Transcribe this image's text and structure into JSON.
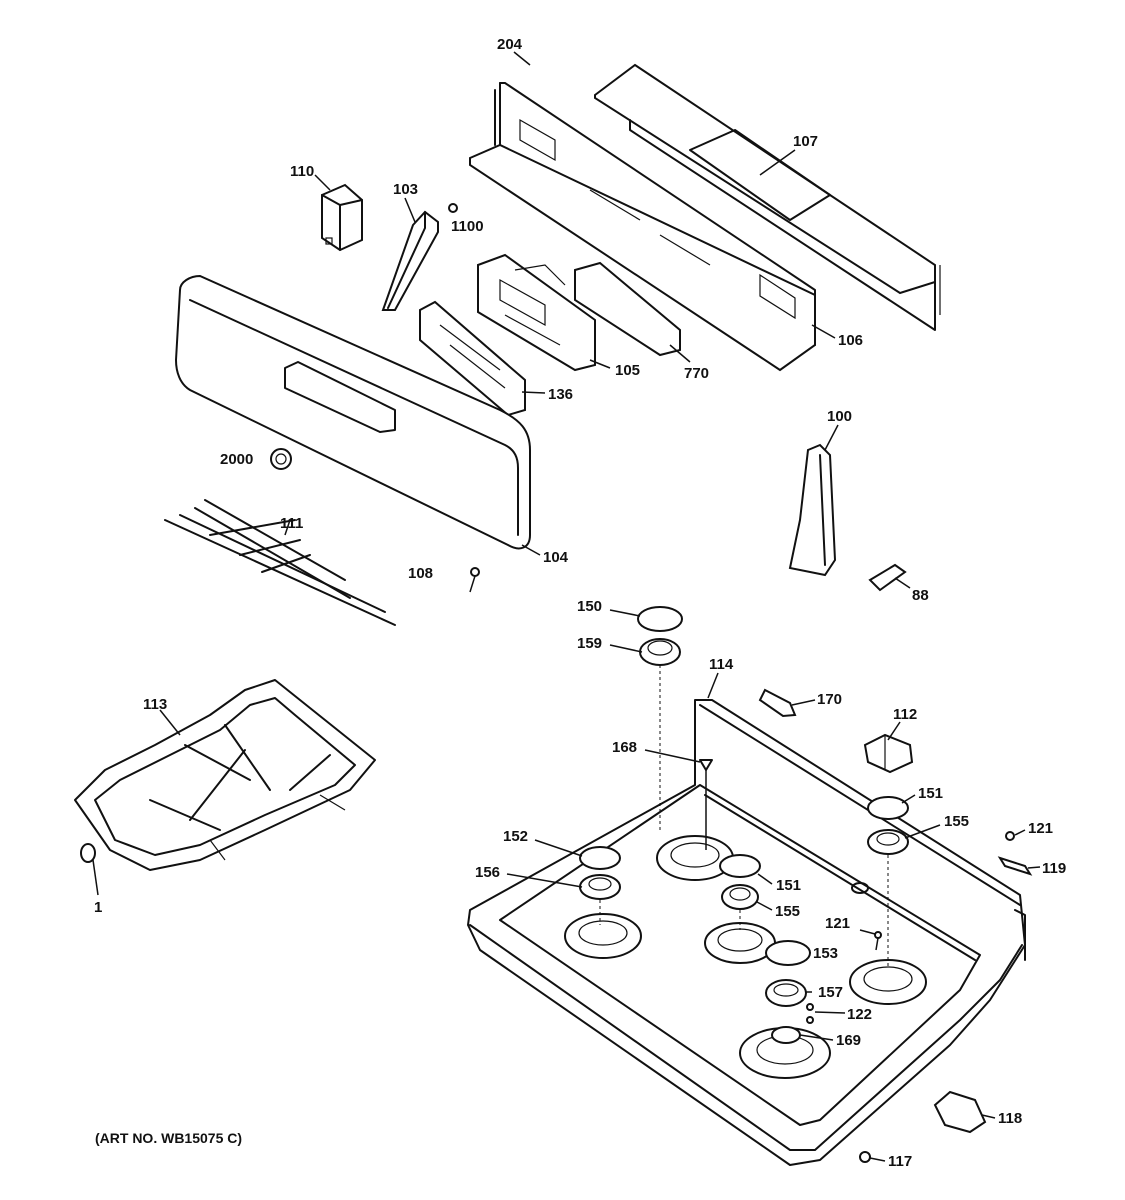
{
  "art_number": "(ART NO. WB15075 C)",
  "labels": {
    "p204": "204",
    "p107": "107",
    "p110": "110",
    "p103": "103",
    "p1100": "1100",
    "p106": "106",
    "p105": "105",
    "p770": "770",
    "p136": "136",
    "p100": "100",
    "p2000": "2000",
    "p111": "111",
    "p104": "104",
    "p108": "108",
    "p88": "88",
    "p150": "150",
    "p159": "159",
    "p114": "114",
    "p170": "170",
    "p112": "112",
    "p113": "113",
    "p168": "168",
    "p151a": "151",
    "p155a": "155",
    "p121a": "121",
    "p152": "152",
    "p119": "119",
    "p156": "156",
    "p151b": "151",
    "p155b": "155",
    "p121b": "121",
    "p153": "153",
    "p1": "1",
    "p157": "157",
    "p122": "122",
    "p169": "169",
    "p118": "118",
    "p117": "117"
  }
}
